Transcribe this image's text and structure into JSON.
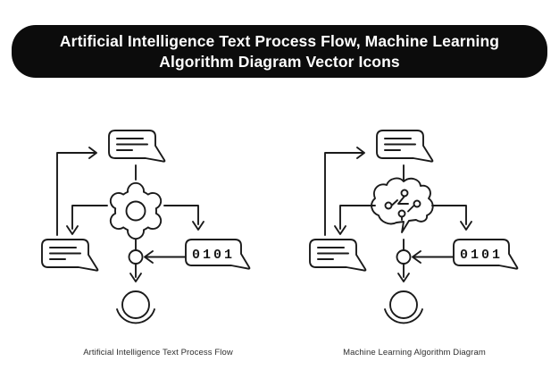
{
  "banner": {
    "line1": "Artificial Intelligence Text Process Flow, Machine Learning",
    "line2": "Algorithm Diagram Vector Icons",
    "bg_color": "#0c0c0c",
    "text_color": "#ffffff"
  },
  "colors": {
    "background": "#ffffff",
    "line_art_stroke": "#1a1a1a",
    "caption_text": "#2e2e2e"
  },
  "diagrams": [
    {
      "caption": "Artificial Intelligence Text Process Flow",
      "center_icon": "gear-icon",
      "binary_label": "0101",
      "icons": [
        "message-bubble-icon",
        "gear-icon",
        "message-bubble-icon",
        "binary-code-bubble-icon",
        "merge-node",
        "user-icon"
      ]
    },
    {
      "caption": "Machine Learning Algorithm Diagram",
      "center_icon": "ai-brain-icon",
      "binary_label": "0101",
      "icons": [
        "message-bubble-icon",
        "ai-brain-icon",
        "message-bubble-icon",
        "binary-code-bubble-icon",
        "merge-node",
        "user-icon"
      ]
    }
  ]
}
